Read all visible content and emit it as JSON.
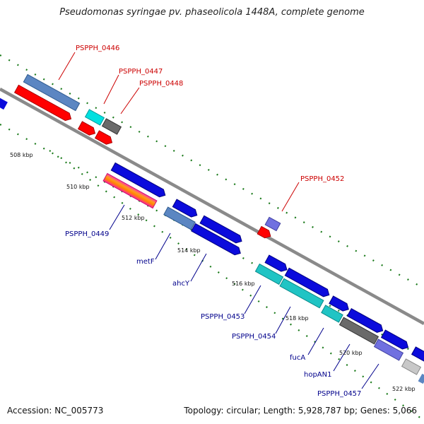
{
  "title": "Pseudomonas syringae pv. phaseolicola 1448A, complete genome",
  "accession": "Accession: NC_005773",
  "summary": "Topology: circular; Length: 5,928,787 bp; Genes: 5,066",
  "ticks": [
    {
      "name": "tick-508",
      "label": "508 kbp"
    },
    {
      "name": "tick-510",
      "label": "510 kbp"
    },
    {
      "name": "tick-512",
      "label": "512 kbp"
    },
    {
      "name": "tick-514",
      "label": "514 kbp"
    },
    {
      "name": "tick-516",
      "label": "516 kbp"
    },
    {
      "name": "tick-518",
      "label": "518 kbp"
    },
    {
      "name": "tick-520",
      "label": "520 kbp"
    },
    {
      "name": "tick-522",
      "label": "522 kbp"
    }
  ],
  "gene_labels": [
    {
      "name": "label-psph0446",
      "text": "PSPPH_0446"
    },
    {
      "name": "label-psph0447",
      "text": "PSPPH_0447"
    },
    {
      "name": "label-psph0448",
      "text": "PSPPH_0448"
    },
    {
      "name": "label-psph0452",
      "text": "PSPPH_0452"
    },
    {
      "name": "label-psph0449",
      "text": "PSPPH_0449"
    },
    {
      "name": "label-metf",
      "text": "metF"
    },
    {
      "name": "label-ahcy",
      "text": "ahcY"
    },
    {
      "name": "label-psph0453",
      "text": "PSPPH_0453"
    },
    {
      "name": "label-psph0454",
      "text": "PSPPH_0454"
    },
    {
      "name": "label-fuca",
      "text": "fucA"
    },
    {
      "name": "label-hopan1",
      "text": "hopAN1"
    },
    {
      "name": "label-psph0457",
      "text": "PSPPH_0457"
    }
  ],
  "colors": {
    "backbone": "#8a8a8a",
    "cds_blue": "#0b0bdc",
    "steel": "#5b86c2",
    "red": "#ff0000",
    "cyan": "#00e0e0",
    "teal": "#20c4c4",
    "gray": "#6a6a6a",
    "purple": "#7070e0",
    "silver": "#c8c8c8",
    "tick_green": "#1a7a1a",
    "label_red": "#cc0000",
    "label_blue": "#00008b"
  }
}
